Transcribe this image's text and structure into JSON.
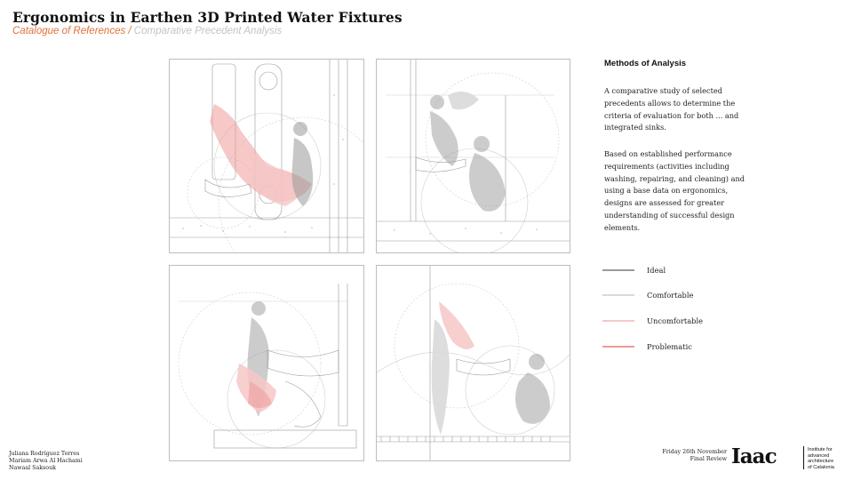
{
  "header": {
    "title": "Ergonomics in Earthen 3D Printed Water Fixtures",
    "subtitle_primary": "Catalogue of References /",
    "subtitle_secondary": " Comparative Precedent Analysis"
  },
  "colors": {
    "accent": "#e0703a",
    "ideal": "#9a9a9a",
    "comfortable": "#d9d9d9",
    "uncomfortable": "#f6c7c7",
    "problematic": "#ee9a9a"
  },
  "sidebar": {
    "heading": "Methods of Analysis",
    "paragraph_1": "A comparative study of selected precedents allows to determine the criteria of evaluation for both ... and integrated sinks.",
    "paragraph_2": "Based on established performance requirements (activities including washing, repairing, and cleaning) and using a base data on ergonomics, designs are assessed for greater understanding of successful design elements."
  },
  "legend": [
    {
      "label": "Ideal",
      "color": "#9a9a9a"
    },
    {
      "label": "Comfortable",
      "color": "#d9d9d9"
    },
    {
      "label": "Uncomfortable",
      "color": "#f6c7c7"
    },
    {
      "label": "Problematic",
      "color": "#ee9a9a"
    }
  ],
  "footer": {
    "author_1": "Juliana Rodríguez Torres",
    "author_2": "Mariam Arwa Al Hachami",
    "author_3": "Nawaal Saksouk",
    "date_line": "Friday 26th November",
    "review_line": "Final Review",
    "logo_text": "Iaac",
    "institute_line_1": "Institute for",
    "institute_line_2": "advanced",
    "institute_line_3": "architecture",
    "institute_line_4": "of Catalonia"
  }
}
